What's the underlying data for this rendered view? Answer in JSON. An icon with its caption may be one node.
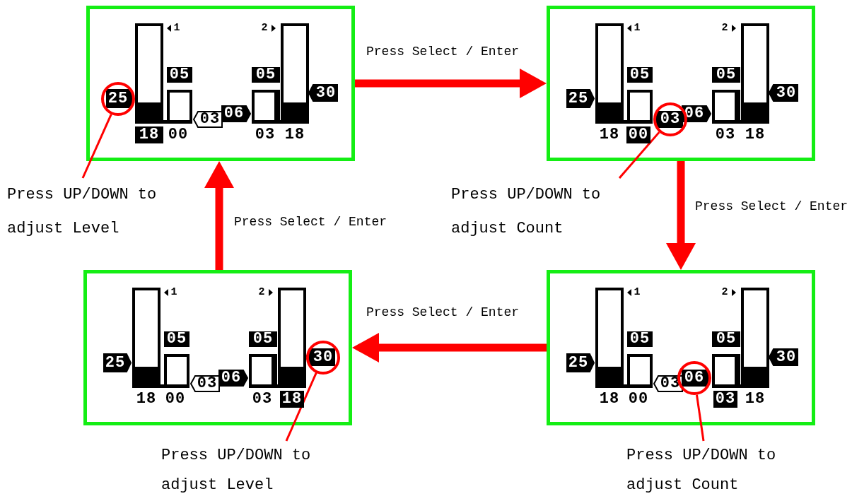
{
  "diagram": {
    "nodes": [
      {
        "text": [
          "1",
          "2",
          "05",
          "05",
          "30",
          "03",
          "06",
          "18",
          "00",
          "03",
          "18"
        ]
      },
      {
        "text": [
          "1",
          "2",
          "05",
          "05",
          "25",
          "30",
          "06",
          "18",
          "00",
          "03",
          "18"
        ]
      },
      {
        "text": [
          "1",
          "2",
          "05",
          "05",
          "25",
          "03",
          "06",
          "18",
          "00",
          "03",
          "18"
        ]
      },
      {
        "text": [
          "1",
          "2",
          "05",
          "05",
          "25",
          "30",
          "03",
          "18",
          "00",
          "03",
          "18"
        ]
      },
      {
        "text": [
          "25"
        ],
        "in": 0
      },
      {
        "text": [
          "03"
        ],
        "in": 1
      },
      {
        "text": [
          "30"
        ],
        "in": 2
      },
      {
        "text": [
          "06"
        ],
        "in": 3
      },
      {
        "text": [
          "Press UP/DOWN to adjust Level"
        ]
      },
      {
        "text": [
          "Press UP/DOWN to adjust Count"
        ]
      },
      {
        "text": [
          "Press UP/DOWN to adjust Level"
        ]
      },
      {
        "text": [
          "Press UP/DOWN to adjust Count"
        ]
      }
    ],
    "edges": [
      {
        "from": 0,
        "to": 1,
        "arrow": "to",
        "label": "Press Select / Enter",
        "style": "thick"
      },
      {
        "from": 1,
        "to": 3,
        "arrow": "to",
        "label": "Press Select / Enter",
        "style": "thick"
      },
      {
        "from": 3,
        "to": 2,
        "arrow": "to",
        "label": "Press Select / Enter",
        "style": "thick"
      },
      {
        "from": 2,
        "to": 0,
        "arrow": "to",
        "label": "Press Select / Enter",
        "style": "thick"
      },
      {
        "from": 8,
        "to": 4,
        "arrow": "none"
      },
      {
        "from": 9,
        "to": 5,
        "arrow": "none"
      },
      {
        "from": 10,
        "to": 6,
        "arrow": "none"
      },
      {
        "from": 11,
        "to": 7,
        "arrow": "none"
      }
    ]
  }
}
